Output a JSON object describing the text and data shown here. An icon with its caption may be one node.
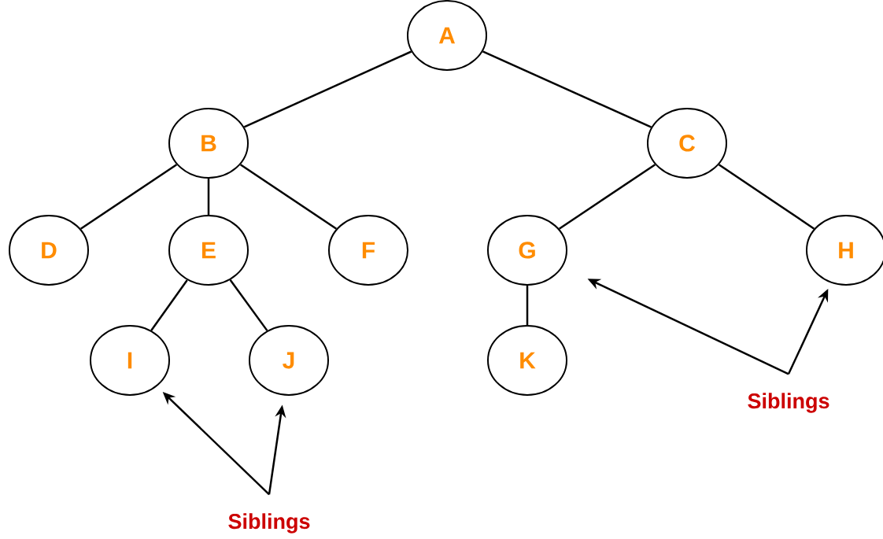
{
  "diagram": {
    "nodes": [
      {
        "text": [
          "A"
        ]
      },
      {
        "text": [
          "B"
        ]
      },
      {
        "text": [
          "C"
        ]
      },
      {
        "text": [
          "D"
        ]
      },
      {
        "text": [
          "E"
        ]
      },
      {
        "text": [
          "F"
        ]
      },
      {
        "text": [
          "G"
        ]
      },
      {
        "text": [
          "H"
        ]
      },
      {
        "text": [
          "I"
        ]
      },
      {
        "text": [
          "J"
        ]
      },
      {
        "text": [
          "K"
        ]
      },
      {
        "text": [
          "Siblings"
        ]
      },
      {
        "text": [
          "Siblings"
        ]
      }
    ],
    "edges": [
      {
        "from": 0,
        "to": 1,
        "arrow": "none"
      },
      {
        "from": 0,
        "to": 2,
        "arrow": "none"
      },
      {
        "from": 1,
        "to": 3,
        "arrow": "none"
      },
      {
        "from": 1,
        "to": 4,
        "arrow": "none"
      },
      {
        "from": 1,
        "to": 5,
        "arrow": "none"
      },
      {
        "from": 2,
        "to": 6,
        "arrow": "none"
      },
      {
        "from": 2,
        "to": 7,
        "arrow": "none"
      },
      {
        "from": 4,
        "to": 8,
        "arrow": "none"
      },
      {
        "from": 4,
        "to": 9,
        "arrow": "none"
      },
      {
        "from": 6,
        "to": 10,
        "arrow": "none"
      },
      {
        "from": 11,
        "to": 6,
        "arrow": "to"
      },
      {
        "from": 11,
        "to": 7,
        "arrow": "to"
      },
      {
        "from": 12,
        "to": 8,
        "arrow": "to"
      },
      {
        "from": 12,
        "to": 9,
        "arrow": "to"
      }
    ]
  }
}
